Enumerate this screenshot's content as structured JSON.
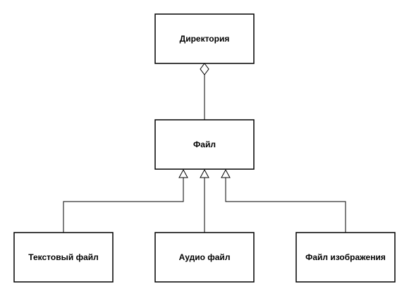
{
  "diagram": {
    "nodes": {
      "directory": {
        "label": "Директория"
      },
      "file": {
        "label": "Файл"
      },
      "text_file": {
        "label": "Текстовый файл"
      },
      "audio_file": {
        "label": "Аудио файл"
      },
      "image_file": {
        "label": "Файл изображения"
      }
    },
    "relations": [
      {
        "from": "file",
        "to": "directory",
        "type": "aggregation"
      },
      {
        "from": "text_file",
        "to": "file",
        "type": "generalization"
      },
      {
        "from": "audio_file",
        "to": "file",
        "type": "generalization"
      },
      {
        "from": "image_file",
        "to": "file",
        "type": "generalization"
      }
    ],
    "colors": {
      "stroke": "#000000",
      "fill": "#ffffff",
      "text": "#000000"
    }
  }
}
